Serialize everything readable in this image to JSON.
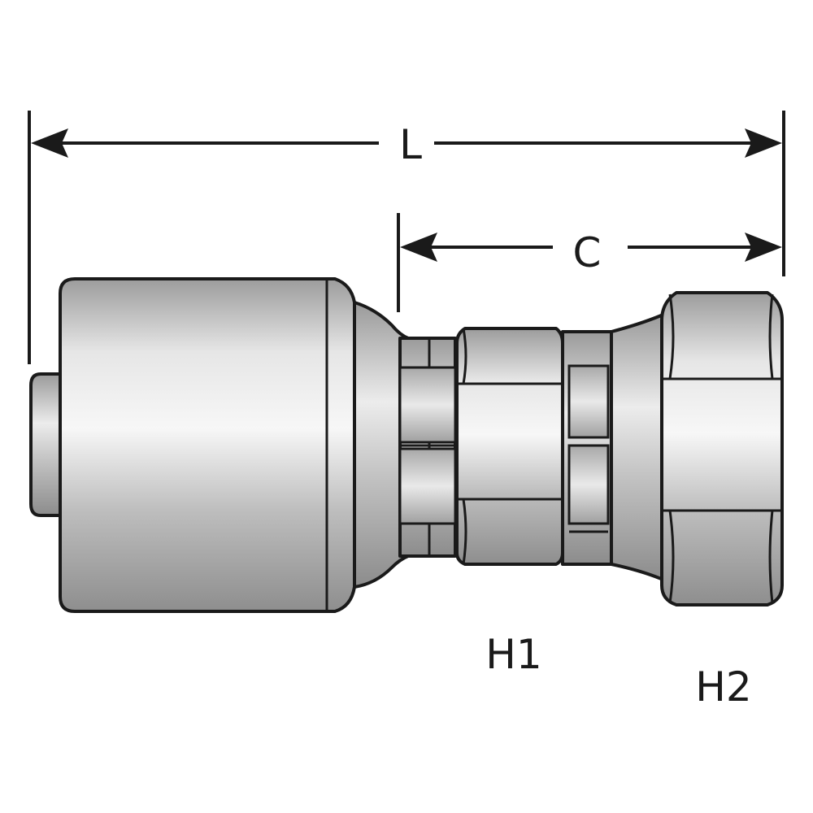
{
  "dimensions": {
    "overall_length_label": "L",
    "cut_length_label": "C"
  },
  "callouts": {
    "hex_1_label": "H1",
    "hex_2_label": "H2"
  },
  "colors": {
    "line": "#1a1a1a",
    "metal_light": "#f2f2f2",
    "metal_mid": "#b8b8b8",
    "metal_dark": "#8a8a8a",
    "background": "#ffffff"
  }
}
